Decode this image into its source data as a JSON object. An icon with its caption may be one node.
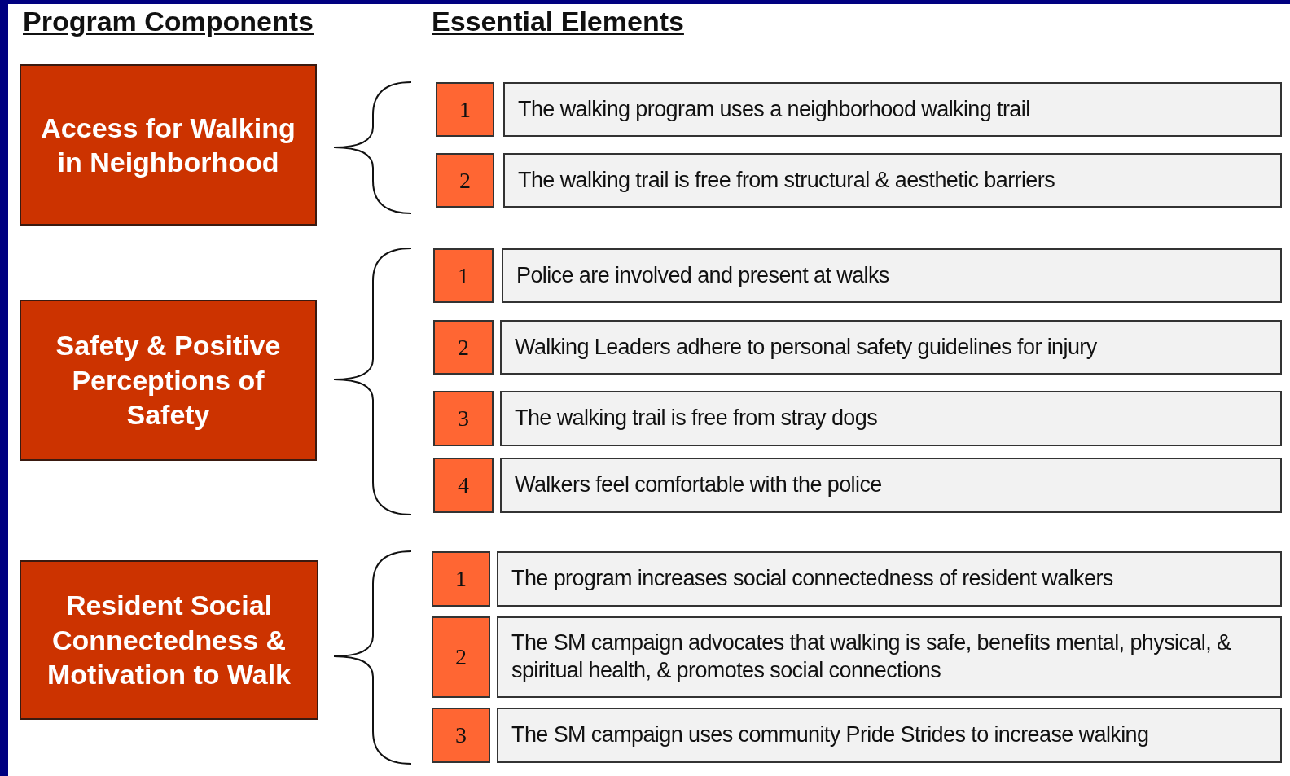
{
  "diagram": {
    "nodes": [
      {
        "text": [
          "Access for Walking in Neighborhood"
        ]
      },
      {
        "text": [
          "1"
        ]
      },
      {
        "text": [
          "The walking program uses a neighborhood walking trail"
        ]
      },
      {
        "text": [
          "2"
        ]
      },
      {
        "text": [
          "The walking trail is free from structural & aesthetic barriers"
        ]
      },
      {
        "text": [
          "Safety & Positive Perceptions of Safety"
        ]
      },
      {
        "text": [
          "1"
        ]
      },
      {
        "text": [
          "Police are involved and present at walks"
        ]
      },
      {
        "text": [
          "2"
        ]
      },
      {
        "text": [
          "Walking Leaders adhere to personal safety guidelines for injury"
        ]
      },
      {
        "text": [
          "3"
        ]
      },
      {
        "text": [
          "The walking trail is free from stray dogs"
        ]
      },
      {
        "text": [
          "4"
        ]
      },
      {
        "text": [
          "Walkers feel comfortable with the police"
        ]
      },
      {
        "text": [
          "Resident Social Connectedness & Motivation to Walk"
        ]
      },
      {
        "text": [
          "1"
        ]
      },
      {
        "text": [
          "The program increases social connectedness of resident walkers"
        ]
      },
      {
        "text": [
          "2"
        ]
      },
      {
        "text": [
          "The SM campaign advocates that walking is safe, benefits mental, physical, & spiritual health, & promotes social connections"
        ]
      },
      {
        "text": [
          "3"
        ]
      },
      {
        "text": [
          "The SM campaign uses community Pride Strides to increase walking"
        ]
      }
    ],
    "labels": [
      "Program Components",
      "Essential Elements"
    ]
  }
}
